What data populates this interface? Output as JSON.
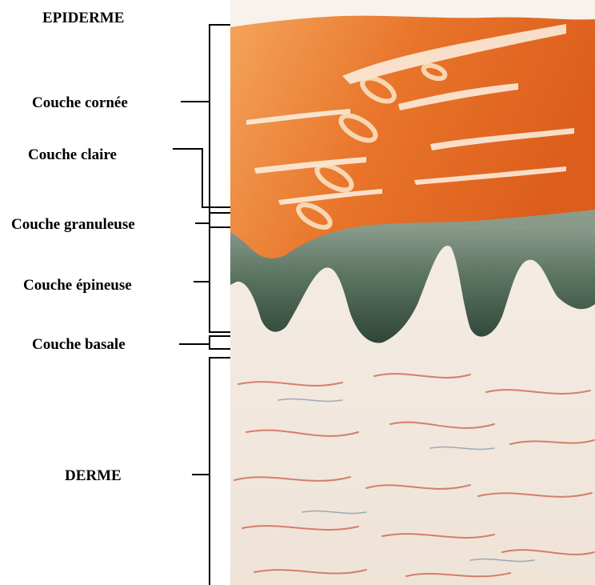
{
  "diagram": {
    "labels": {
      "epiderme": "EPIDERME",
      "cornee": "Couche cornée",
      "claire": "Couche claire",
      "granuleuse": "Couche granuleuse",
      "epineuse": "Couche épineuse",
      "basale": "Couche basale",
      "derme": "DERME"
    },
    "colors": {
      "stratum_corneum": "#e8742a",
      "stratum_corneum_light": "#f3a45a",
      "granular_layer": "#8a9a88",
      "spinous_layer": "#3f5a4a",
      "dermis": "#f4ede6",
      "collagen_fibers": "#c6543a",
      "bracket_lines": "#000000"
    }
  }
}
